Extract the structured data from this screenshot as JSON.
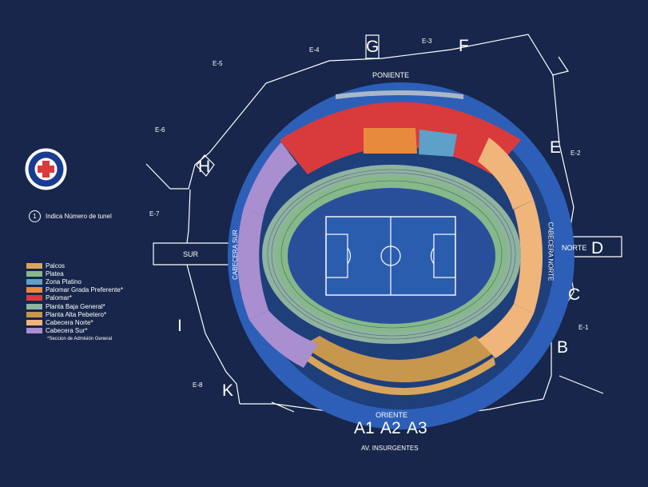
{
  "compass": {
    "poniente": "PONIENTE",
    "oriente": "ORIENTE",
    "sur": "SUR",
    "norte": "NORTE",
    "cabecera_sur": "CABECERA SUR",
    "cabecera_norte": "CABECERA NORTE",
    "avenue": "AV. INSURGENTES"
  },
  "gates": {
    "g": "G",
    "f": "F",
    "e": "E",
    "h": "H",
    "d": "D",
    "c": "C",
    "b": "B",
    "i": "I",
    "k": "K",
    "a1": "A1",
    "a2": "A2",
    "a3": "A3"
  },
  "entries": {
    "e1": "E-1",
    "e2": "E-2",
    "e3": "E-3",
    "e4": "E-4",
    "e5": "E-5",
    "e6": "E-6",
    "e7": "E-7",
    "e8": "E-8"
  },
  "tunnel_note": {
    "badge": "1",
    "text": "Indica Número de tunel"
  },
  "legend": [
    {
      "label": "Palcos",
      "color": "#d9a55a"
    },
    {
      "label": "Platea",
      "color": "#86b88a"
    },
    {
      "label": "Zona Platino",
      "color": "#5ea0c8"
    },
    {
      "label": "Palomar Grada Preferente*",
      "color": "#e88a3e"
    },
    {
      "label": "Palomar*",
      "color": "#d93a3c"
    },
    {
      "label": "Planta Baja General*",
      "color": "#8fb3a0"
    },
    {
      "label": "Planta Alta Pebetero*",
      "color": "#c7974e"
    },
    {
      "label": "Cabecera Norte*",
      "color": "#f0b57a"
    },
    {
      "label": "Cabecera Sur*",
      "color": "#a98ed0"
    }
  ],
  "legend_note": "*Seccion de Admisión General",
  "colors": {
    "background": "#17264a",
    "outer_ring": "#2d5fb8",
    "inner_field": "#1e3f7a"
  }
}
